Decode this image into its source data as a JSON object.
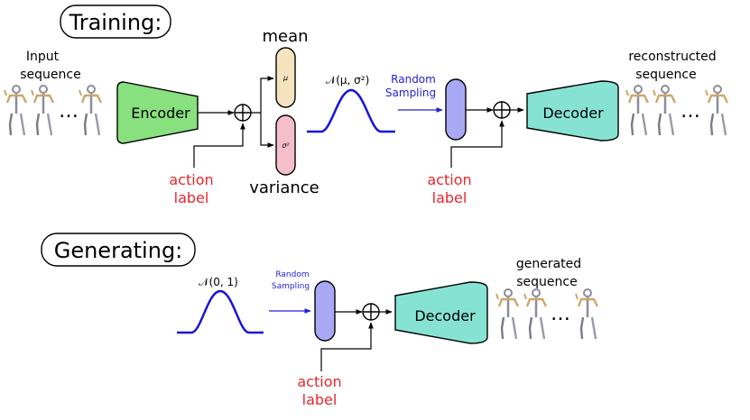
{
  "training": {
    "title": "Training:",
    "input_label_line1": "Input",
    "input_label_line2": "sequence",
    "encoder_label": "Encoder",
    "mean_label": "mean",
    "mean_symbol": "μ",
    "variance_label": "variance",
    "variance_symbol": "σ²",
    "distribution_label": "𝒩(μ, σ²)",
    "sampling_line1": "Random",
    "sampling_line2": "Sampling",
    "action_line1": "action",
    "action_line2": "label",
    "action2_line1": "action",
    "action2_line2": "label",
    "decoder_label": "Decoder",
    "output_line1": "reconstructed",
    "output_line2": "sequence"
  },
  "generating": {
    "title": "Generating:",
    "distribution_label": "𝒩(0, 1)",
    "sampling_line1": "Random",
    "sampling_line2": "Sampling",
    "decoder_label": "Decoder",
    "action_line1": "action",
    "action_line2": "label",
    "output_line1": "generated",
    "output_line2": "sequence"
  },
  "ellipsis": "…",
  "colors": {
    "encoder_fill": "#88e07e",
    "decoder_fill": "#86e3d4",
    "mean_fill": "#f5e3c0",
    "variance_fill": "#f4bfcb",
    "latent_fill": "#a9a8f5",
    "action_text": "#e8252e",
    "sampling_text": "#1f1fd6",
    "curve": "#1515d8",
    "skeleton_body": "#8c8c9c",
    "skeleton_arm": "#cfa56a",
    "skeleton_leg": "#7a7a8a"
  }
}
